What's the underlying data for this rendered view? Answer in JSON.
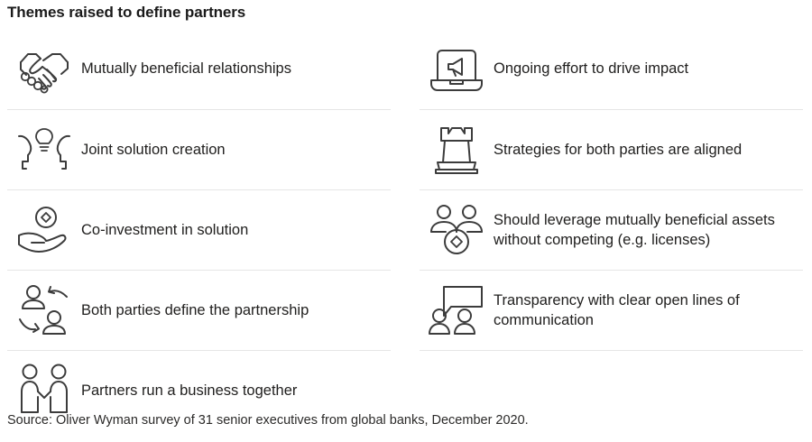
{
  "title": "Themes raised to define partners",
  "source": "Source: Oliver Wyman survey of 31 senior executives from global banks, December 2020.",
  "colors": {
    "text": "#21201f",
    "icon_stroke": "#3c3c3c",
    "divider": "#e6e6e6",
    "background": "#ffffff"
  },
  "columns": {
    "left": {
      "items": [
        {
          "icon": "handshake-icon",
          "label": "Mutually beneficial relationships"
        },
        {
          "icon": "two-heads-lightbulb-icon",
          "label": "Joint solution creation"
        },
        {
          "icon": "hand-holding-coin-icon",
          "label": "Co-investment in solution"
        },
        {
          "icon": "two-people-exchange-arrows-icon",
          "label": "Both parties define the partnership"
        },
        {
          "icon": "two-figures-shaking-hands-icon",
          "label": "Partners run a business together"
        }
      ]
    },
    "right": {
      "items": [
        {
          "icon": "laptop-megaphone-icon",
          "label": "Ongoing effort to drive impact"
        },
        {
          "icon": "chess-rook-icon",
          "label": "Strategies for both parties are aligned"
        },
        {
          "icon": "two-people-coin-icon",
          "label": "Should leverage mutually beneficial assets without competing (e.g. licenses)"
        },
        {
          "icon": "two-people-speech-bubble-icon",
          "label": "Transparency with clear open lines of communication"
        }
      ]
    }
  }
}
